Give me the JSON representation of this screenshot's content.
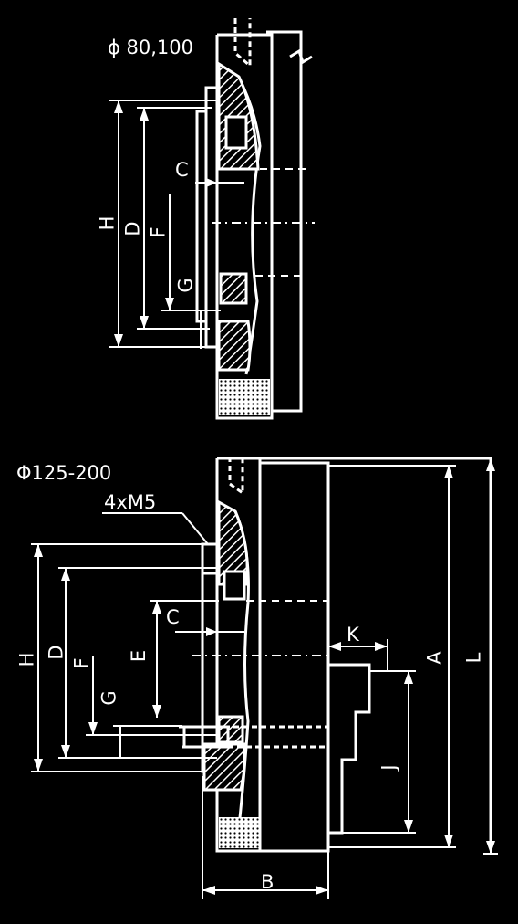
{
  "upper_view": {
    "title": "ϕ 80,100",
    "dims": {
      "H": "H",
      "D": "D",
      "F": "F",
      "C": "C",
      "G": "G"
    }
  },
  "lower_view": {
    "title": "Φ125-200",
    "thread": "4xM5",
    "dims": {
      "H": "H",
      "D": "D",
      "F": "F",
      "E": "E",
      "C": "C",
      "G": "G",
      "K": "K",
      "A": "A",
      "L": "L",
      "J": "J",
      "B": "B"
    }
  },
  "colors": {
    "background": "#000000",
    "line": "#ffffff"
  }
}
